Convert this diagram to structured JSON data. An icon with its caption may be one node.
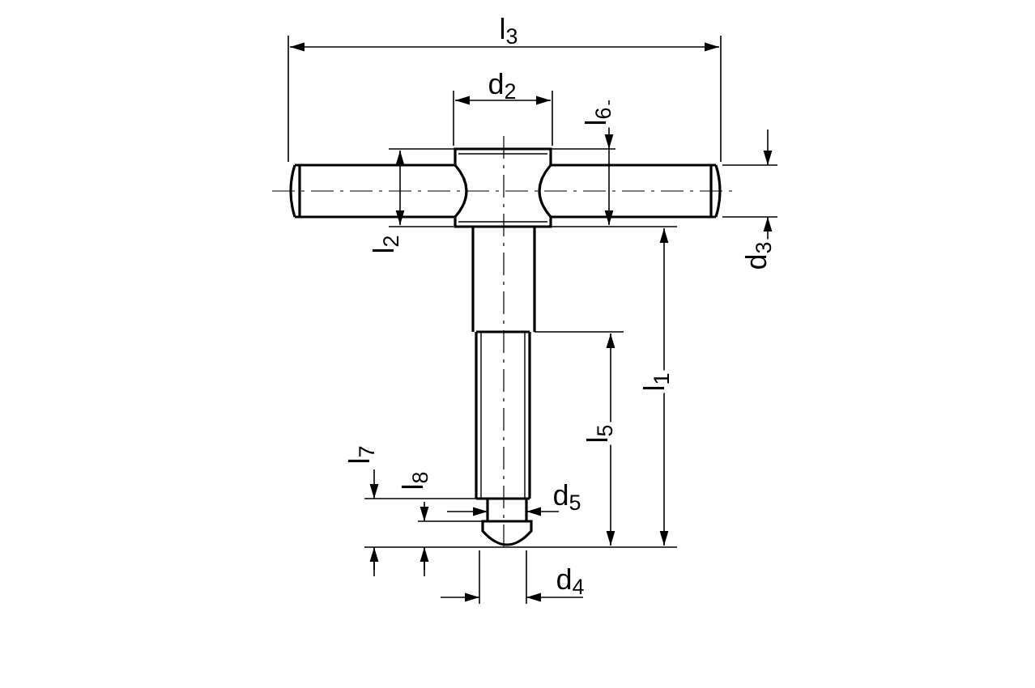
{
  "diagram": {
    "labels": [
      "l$_{3}$",
      "d$_{2}$",
      "l$_{6}$",
      "l$_{2}$",
      "d$_{3}$",
      "l$_{1}$",
      "l$_{5}$",
      "l$_{7}$",
      "l$_{8}$",
      "d$_{5}$",
      "d$_{4}$"
    ]
  }
}
